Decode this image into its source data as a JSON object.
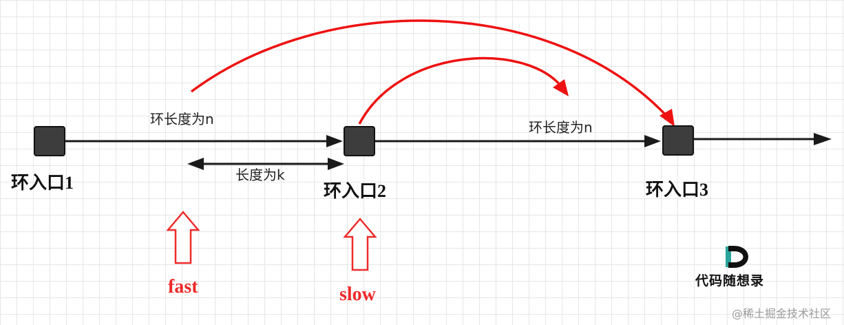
{
  "nodes": {
    "entry1": "环入口1",
    "entry2": "环入口2",
    "entry3": "环入口3"
  },
  "edges": {
    "loop_label_1": "环长度为n",
    "loop_label_2": "环长度为n",
    "distance_label": "长度为k"
  },
  "pointers": {
    "fast": "fast",
    "slow": "slow"
  },
  "colors": {
    "node_fill": "#3d3d3d",
    "line": "#1a1a1a",
    "curve": "#ee1111",
    "pointer_text": "#ee2a2a"
  },
  "logo": {
    "text": "代码随想录"
  },
  "watermark": {
    "text": "@稀土掘金技术社区"
  }
}
